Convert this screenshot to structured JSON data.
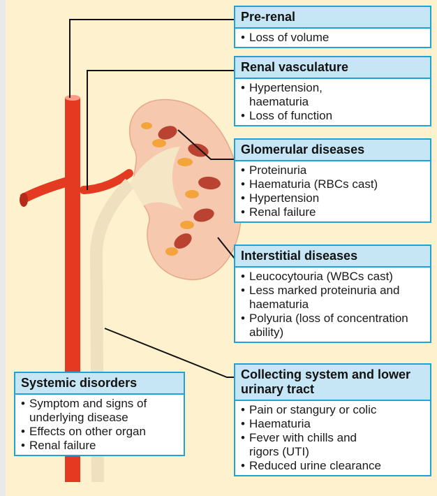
{
  "colors": {
    "background": "#fdf2cd",
    "box_border": "#1fa3d6",
    "box_header": "#c6e6f6",
    "artery": "#e43a22",
    "ureter": "#efe1bf",
    "kidney_cortex": "#f6c9ae",
    "medulla_pyramids": "#b94231",
    "calyx": "#f3a43c"
  },
  "boxes": {
    "prerenal": {
      "title": "Pre-renal",
      "items": [
        "Loss of volume"
      ]
    },
    "vasculature": {
      "title": "Renal vasculature",
      "items": [
        "Hypertension, haematuria",
        "Loss of function"
      ]
    },
    "glomerular": {
      "title": "Glomerular diseases",
      "items": [
        "Proteinuria",
        "Haematuria (RBCs cast)",
        "Hypertension",
        "Renal failure"
      ]
    },
    "interstitial": {
      "title": "Interstitial diseases",
      "items": [
        "Leucocytouria (WBCs cast)",
        "Less marked proteinuria and haematuria",
        "Polyuria (loss of concentration ability)"
      ]
    },
    "collecting": {
      "title": "Collecting system and lower urinary tract",
      "items": [
        "Pain or stangury or colic",
        "Haematuria",
        "Fever with chills and rigors (UTI)",
        "Reduced urine clearance"
      ]
    },
    "systemic": {
      "title": "Systemic disorders",
      "items": [
        "Symptom and signs of underlying disease",
        "Effects on other organ",
        "Renal failure"
      ]
    }
  }
}
